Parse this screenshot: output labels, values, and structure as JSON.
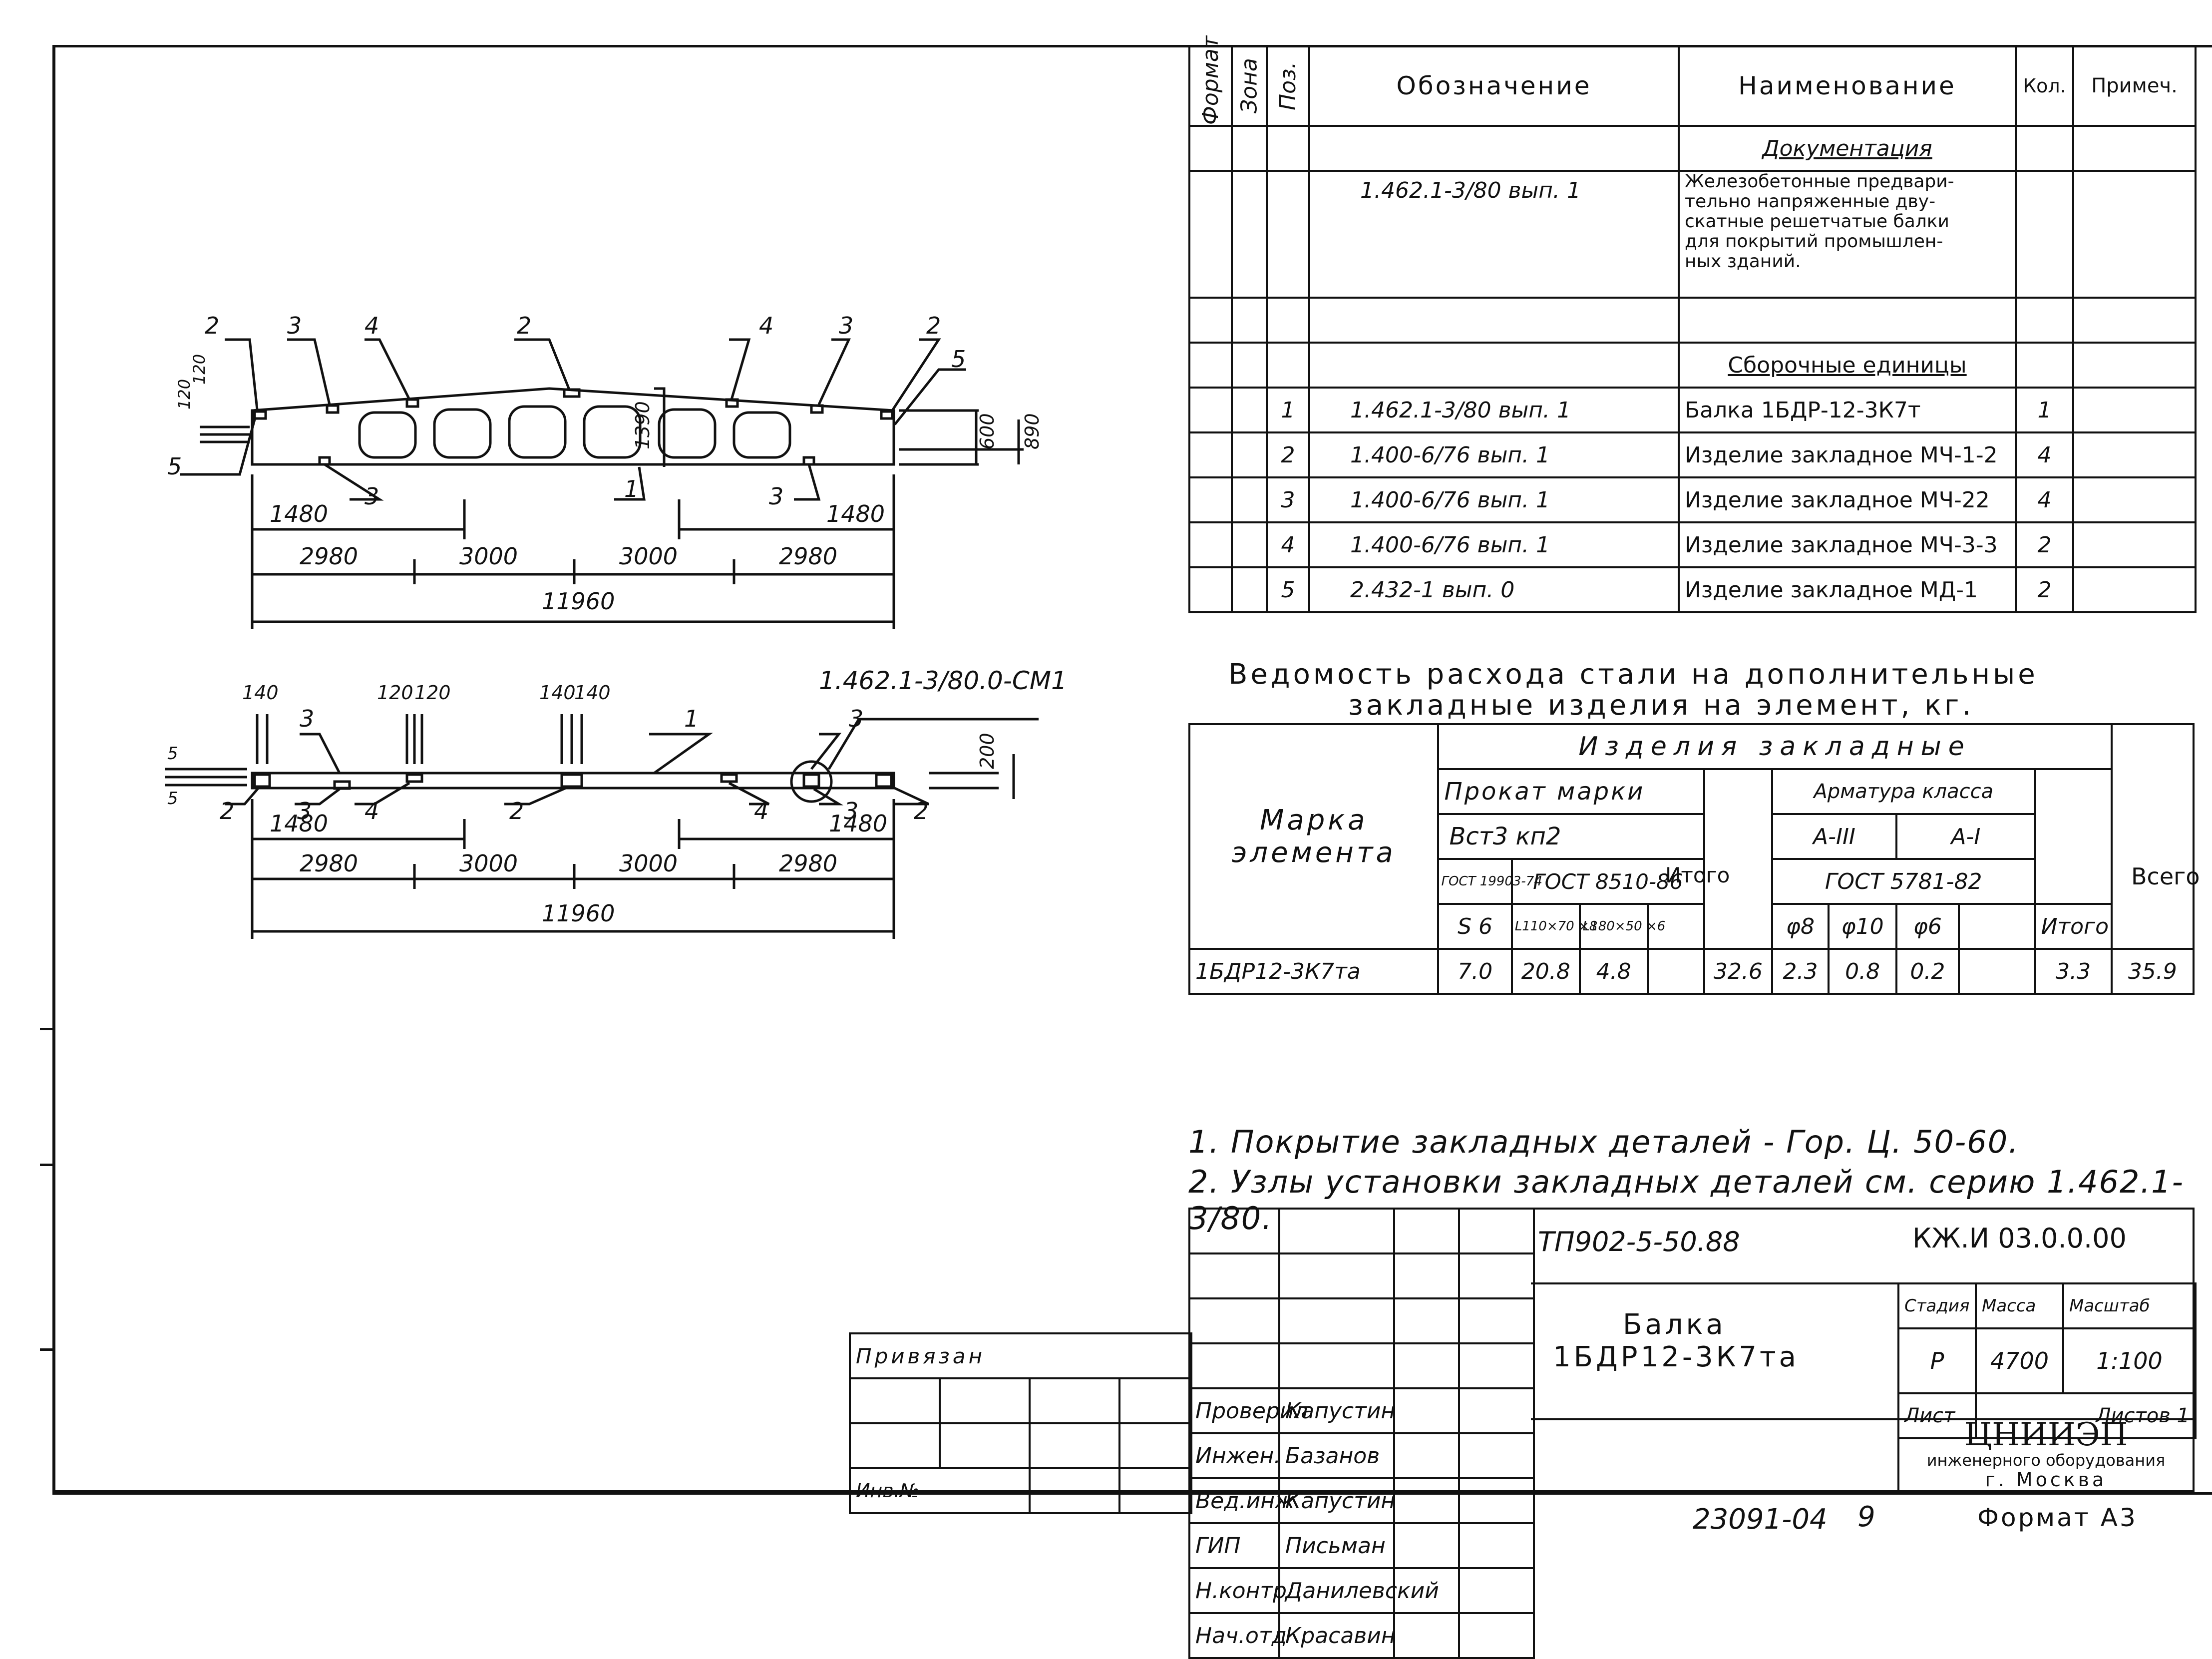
{
  "spec": {
    "headers": {
      "format": "Формат",
      "zone": "Зона",
      "pos": "Поз.",
      "designation": "Обозначение",
      "name": "Наименование",
      "qty": "Кол.",
      "note": "Примеч."
    },
    "section_docs": "Документация",
    "doc_designation": "1.462.1-3/80   вып. 1",
    "doc_name_lines": [
      "Железобетонные предвари-",
      "тельно напряженные дву-",
      "скатные решетчатые балки",
      "для покрытий промышлен-",
      "ных зданий."
    ],
    "section_units": "Сборочные единицы",
    "rows": [
      {
        "pos": "1",
        "designation": "1.462.1-3/80   вып. 1",
        "name": "Балка 1БДР-12-3К7т",
        "qty": "1"
      },
      {
        "pos": "2",
        "designation": "1.400-6/76   вып. 1",
        "name": "Изделие закладное МЧ-1-2",
        "qty": "4"
      },
      {
        "pos": "3",
        "designation": "1.400-6/76   вып. 1",
        "name": "Изделие закладное МЧ-22",
        "qty": "4"
      },
      {
        "pos": "4",
        "designation": "1.400-6/76   вып. 1",
        "name": "Изделие закладное МЧ-3-3",
        "qty": "2"
      },
      {
        "pos": "5",
        "designation": "2.432-1       вып. 0",
        "name": "Изделие закладное МД-1",
        "qty": "2"
      }
    ]
  },
  "steel": {
    "title_line1": "Ведомость расхода стали на дополнительные",
    "title_line2": "закладные изделия на элемент, кг.",
    "h_mark": "Марка элемента",
    "h_items": "Изделия закладные",
    "h_rolled": "Прокат марки",
    "h_rolled_grade": "Вст3 кп2",
    "h_gost1": "ГОСТ 19903-74",
    "h_gost2": "ГОСТ 8510-86",
    "h_s6": "S 6",
    "h_l110": "L110×70 ×8",
    "h_l180": "L180×50 ×6",
    "h_total": "Итого",
    "h_rebar": "Арматура класса",
    "h_a3": "А-III",
    "h_a1": "А-I",
    "h_gost3": "ГОСТ 5781-82",
    "h_d8": "φ8",
    "h_d10": "φ10",
    "h_d6": "φ6",
    "h_total2": "Итого",
    "h_grand": "Всего",
    "row": {
      "mark": "1БДР12-3К7та",
      "s6": "7.0",
      "l110": "20.8",
      "l180": "4.8",
      "total1": "32.6",
      "d8": "2.3",
      "d10": "0.8",
      "d6": "0.2",
      "total2": "3.3",
      "grand": "35.9"
    }
  },
  "notes": [
    "1. Покрытие закладных деталей - Гор. Ц. 50-60.",
    "2. Узлы установки закладных деталей см. серию 1.462.1-3/80."
  ],
  "drawing": {
    "top_dims": [
      "2980",
      "3000",
      "3000",
      "2980"
    ],
    "total": "11960",
    "dim1480": "1480",
    "h600": "600",
    "h890": "890",
    "h1390": "1390",
    "plan_h200": "200",
    "ref": "1.462.1-3/80.0-СМ1",
    "labels_top": [
      "2",
      "3",
      "4",
      "2",
      "4",
      "3",
      "2",
      "5",
      "5",
      "1",
      "3",
      "3"
    ],
    "plan_labels": [
      "3",
      "1",
      "3",
      "2",
      "3",
      "4",
      "2",
      "4",
      "3",
      "2"
    ],
    "d120": "120",
    "d140": "140",
    "d5": "5"
  },
  "titleblock": {
    "code": "ТП902-5-50.88",
    "sheet_code": "КЖ.И 03.0.0.00",
    "name_line1": "Балка",
    "name_line2": "1БДР12-3К7та",
    "stage_h": "Стадия",
    "mass_h": "Масса",
    "scale_h": "Масштаб",
    "stage": "Р",
    "mass": "4700",
    "scale": "1:100",
    "sheet": "Лист",
    "sheets": "Листов 1",
    "org1": "ЦНИИЭП",
    "org2": "инженерного оборудования",
    "org3": "г. Москва",
    "people": [
      {
        "role": "Проверил",
        "name": "Капустин"
      },
      {
        "role": "Инжен.",
        "name": "Базанов"
      },
      {
        "role": "Вед.инж",
        "name": "Капустин"
      },
      {
        "role": "ГИП",
        "name": "Письман"
      },
      {
        "role": "Н.контр",
        "name": "Данилевский"
      },
      {
        "role": "Нач.отд",
        "name": "Красавин"
      }
    ],
    "privyazan": "Привязан",
    "inv": "Инв.№"
  },
  "footer": {
    "num": "23091-04",
    "page": "9",
    "format": "Формат А3"
  }
}
